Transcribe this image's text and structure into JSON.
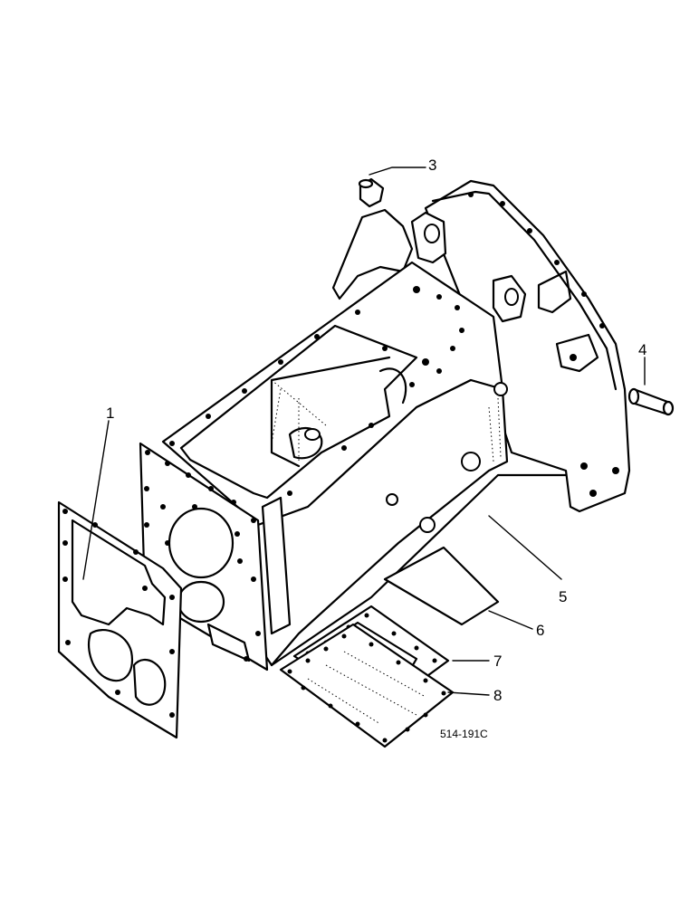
{
  "callouts": [
    {
      "id": "1",
      "label": "1"
    },
    {
      "id": "3",
      "label": "3"
    },
    {
      "id": "4",
      "label": "4"
    },
    {
      "id": "5",
      "label": "5"
    },
    {
      "id": "6",
      "label": "6"
    },
    {
      "id": "7",
      "label": "7"
    },
    {
      "id": "8",
      "label": "8"
    }
  ],
  "drawing_code": "514-191C"
}
